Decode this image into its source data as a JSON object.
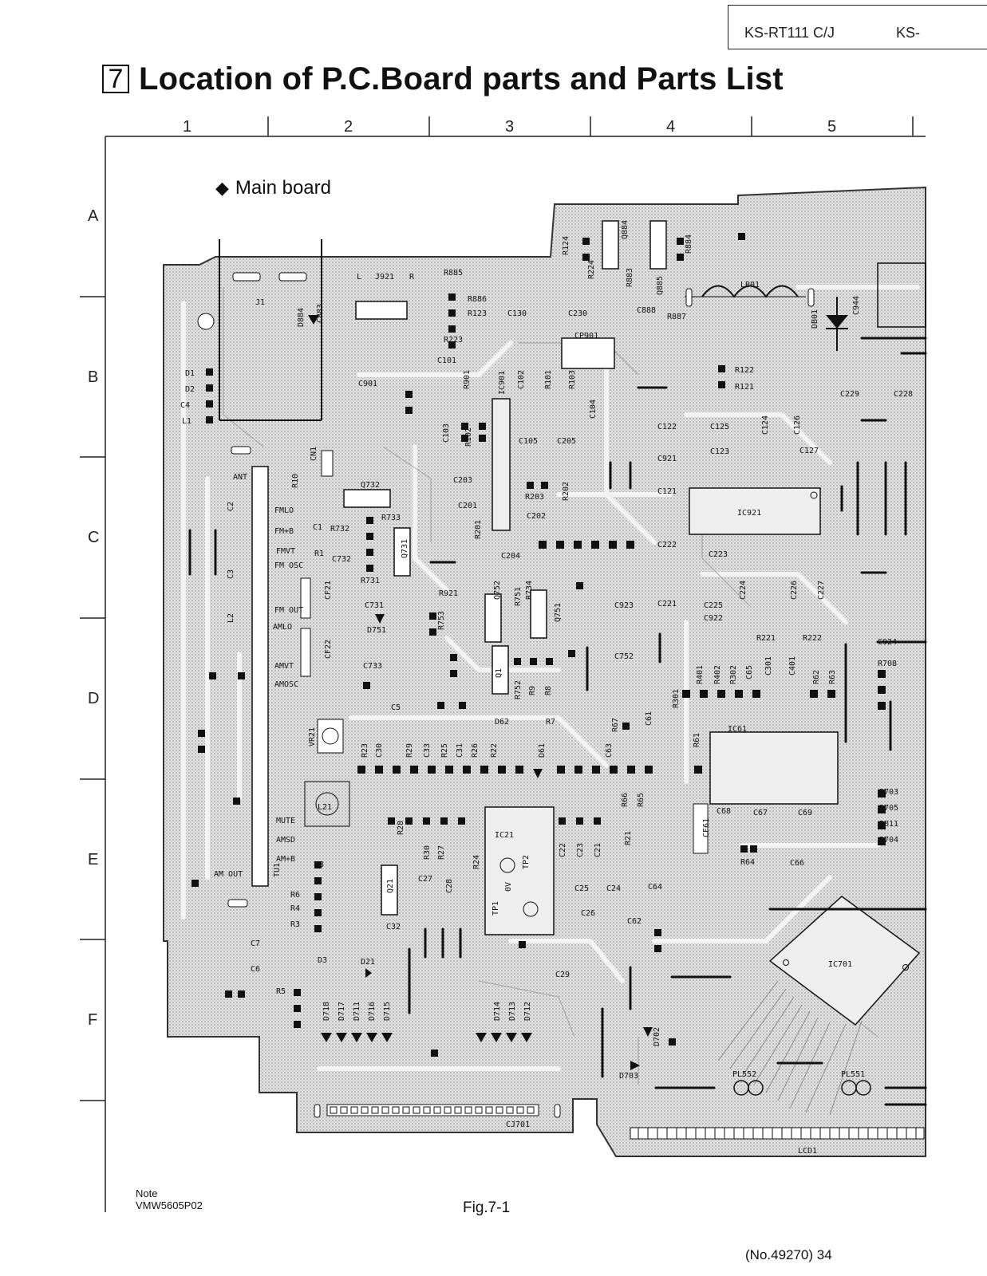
{
  "header": {
    "model_primary": "KS-RT111 C/J",
    "model_secondary": "KS-"
  },
  "section": {
    "number": "7",
    "title": "Location of P.C.Board parts and Parts List"
  },
  "grid": {
    "columns": [
      "1",
      "2",
      "3",
      "4",
      "5"
    ],
    "rows": [
      "A",
      "B",
      "C",
      "D",
      "E",
      "F"
    ]
  },
  "board": {
    "label": "Main board",
    "marker_glyph": "◆"
  },
  "part_refs": [
    {
      "ref": "J1"
    },
    {
      "ref": "J921"
    },
    {
      "ref": "L"
    },
    {
      "ref": "R"
    },
    {
      "ref": "R885"
    },
    {
      "ref": "R886"
    },
    {
      "ref": "R123"
    },
    {
      "ref": "R223"
    },
    {
      "ref": "R124"
    },
    {
      "ref": "R224"
    },
    {
      "ref": "Q884"
    },
    {
      "ref": "R884"
    },
    {
      "ref": "R883"
    },
    {
      "ref": "Q885"
    },
    {
      "ref": "LB01"
    },
    {
      "ref": "C944"
    },
    {
      "ref": "C130"
    },
    {
      "ref": "C230"
    },
    {
      "ref": "C888"
    },
    {
      "ref": "R887"
    },
    {
      "ref": "DB01"
    },
    {
      "ref": "D884"
    },
    {
      "ref": "C883"
    },
    {
      "ref": "CP901"
    },
    {
      "ref": "D1"
    },
    {
      "ref": "D2"
    },
    {
      "ref": "C4"
    },
    {
      "ref": "L1"
    },
    {
      "ref": "C901"
    },
    {
      "ref": "C101"
    },
    {
      "ref": "R901"
    },
    {
      "ref": "IC901"
    },
    {
      "ref": "C102"
    },
    {
      "ref": "R101"
    },
    {
      "ref": "R103"
    },
    {
      "ref": "C104"
    },
    {
      "ref": "R122"
    },
    {
      "ref": "R121"
    },
    {
      "ref": "C229"
    },
    {
      "ref": "C228"
    },
    {
      "ref": "C103"
    },
    {
      "ref": "R102"
    },
    {
      "ref": "C105"
    },
    {
      "ref": "C205"
    },
    {
      "ref": "C122"
    },
    {
      "ref": "C125"
    },
    {
      "ref": "C124"
    },
    {
      "ref": "C126"
    },
    {
      "ref": "C921"
    },
    {
      "ref": "C123"
    },
    {
      "ref": "C127"
    },
    {
      "ref": "CN1"
    },
    {
      "ref": "ANT"
    },
    {
      "ref": "R10"
    },
    {
      "ref": "Q732"
    },
    {
      "ref": "C203"
    },
    {
      "ref": "C201"
    },
    {
      "ref": "R203"
    },
    {
      "ref": "R202"
    },
    {
      "ref": "C121"
    },
    {
      "ref": "IC921"
    },
    {
      "ref": "C2"
    },
    {
      "ref": "FMLO"
    },
    {
      "ref": "FM+B"
    },
    {
      "ref": "C1"
    },
    {
      "ref": "R732"
    },
    {
      "ref": "R733"
    },
    {
      "ref": "C202"
    },
    {
      "ref": "R201"
    },
    {
      "ref": "Q731"
    },
    {
      "ref": "FMVT"
    },
    {
      "ref": "R1"
    },
    {
      "ref": "C732"
    },
    {
      "ref": "C204"
    },
    {
      "ref": "C222"
    },
    {
      "ref": "C223"
    },
    {
      "ref": "FM OSC"
    },
    {
      "ref": "C3"
    },
    {
      "ref": "R731"
    },
    {
      "ref": "Q752"
    },
    {
      "ref": "R751"
    },
    {
      "ref": "R734"
    },
    {
      "ref": "C224"
    },
    {
      "ref": "C226"
    },
    {
      "ref": "C227"
    },
    {
      "ref": "CF21"
    },
    {
      "ref": "R921"
    },
    {
      "ref": "C731"
    },
    {
      "ref": "C923"
    },
    {
      "ref": "C221"
    },
    {
      "ref": "C225"
    },
    {
      "ref": "C922"
    },
    {
      "ref": "L2"
    },
    {
      "ref": "FM OUT"
    },
    {
      "ref": "AMLO"
    },
    {
      "ref": "D751"
    },
    {
      "ref": "R753"
    },
    {
      "ref": "Q751"
    },
    {
      "ref": "R221"
    },
    {
      "ref": "R222"
    },
    {
      "ref": "C924"
    },
    {
      "ref": "CF22"
    },
    {
      "ref": "C733"
    },
    {
      "ref": "C752"
    },
    {
      "ref": "R708"
    },
    {
      "ref": "AMVT"
    },
    {
      "ref": "AMOSC"
    },
    {
      "ref": "Q1"
    },
    {
      "ref": "R752"
    },
    {
      "ref": "R9"
    },
    {
      "ref": "R8"
    },
    {
      "ref": "R401"
    },
    {
      "ref": "R402"
    },
    {
      "ref": "R302"
    },
    {
      "ref": "C65"
    },
    {
      "ref": "C301"
    },
    {
      "ref": "C401"
    },
    {
      "ref": "R62"
    },
    {
      "ref": "R63"
    },
    {
      "ref": "R301"
    },
    {
      "ref": "C5"
    },
    {
      "ref": "D62"
    },
    {
      "ref": "R7"
    },
    {
      "ref": "R67"
    },
    {
      "ref": "C61"
    },
    {
      "ref": "IC61"
    },
    {
      "ref": "VR21"
    },
    {
      "ref": "R23"
    },
    {
      "ref": "C30"
    },
    {
      "ref": "R29"
    },
    {
      "ref": "C33"
    },
    {
      "ref": "R25"
    },
    {
      "ref": "C31"
    },
    {
      "ref": "R26"
    },
    {
      "ref": "R22"
    },
    {
      "ref": "D61"
    },
    {
      "ref": "C63"
    },
    {
      "ref": "R61"
    },
    {
      "ref": "L21"
    },
    {
      "ref": "R66"
    },
    {
      "ref": "R65"
    },
    {
      "ref": "R703"
    },
    {
      "ref": "R705"
    },
    {
      "ref": "MUTE"
    },
    {
      "ref": "R28"
    },
    {
      "ref": "IC21"
    },
    {
      "ref": "CF61"
    },
    {
      "ref": "C68"
    },
    {
      "ref": "C67"
    },
    {
      "ref": "C69"
    },
    {
      "ref": "R811"
    },
    {
      "ref": "AMSD"
    },
    {
      "ref": "R30"
    },
    {
      "ref": "R27"
    },
    {
      "ref": "C22"
    },
    {
      "ref": "C23"
    },
    {
      "ref": "C21"
    },
    {
      "ref": "R21"
    },
    {
      "ref": "R704"
    },
    {
      "ref": "AM+B"
    },
    {
      "ref": "R24"
    },
    {
      "ref": "R64"
    },
    {
      "ref": "C66"
    },
    {
      "ref": "C8"
    },
    {
      "ref": "TP2"
    },
    {
      "ref": "AM OUT"
    },
    {
      "ref": "TU1"
    },
    {
      "ref": "Q21"
    },
    {
      "ref": "C27"
    },
    {
      "ref": "C28"
    },
    {
      "ref": "0V"
    },
    {
      "ref": "C25"
    },
    {
      "ref": "C24"
    },
    {
      "ref": "C64"
    },
    {
      "ref": "R6"
    },
    {
      "ref": "R4"
    },
    {
      "ref": "TP1"
    },
    {
      "ref": "C26"
    },
    {
      "ref": "R3"
    },
    {
      "ref": "C62"
    },
    {
      "ref": "C32"
    },
    {
      "ref": "C7"
    },
    {
      "ref": "D3"
    },
    {
      "ref": "IC701"
    },
    {
      "ref": "C6"
    },
    {
      "ref": "D21"
    },
    {
      "ref": "C29"
    },
    {
      "ref": "R5"
    },
    {
      "ref": "D718"
    },
    {
      "ref": "D717"
    },
    {
      "ref": "D711"
    },
    {
      "ref": "D716"
    },
    {
      "ref": "D715"
    },
    {
      "ref": "D714"
    },
    {
      "ref": "D713"
    },
    {
      "ref": "D712"
    },
    {
      "ref": "D702"
    },
    {
      "ref": "D703"
    },
    {
      "ref": "PL552"
    },
    {
      "ref": "PL551"
    },
    {
      "ref": "CJ701"
    },
    {
      "ref": "LCD1"
    }
  ],
  "note": {
    "label": "Note",
    "code": "VMW5605P02"
  },
  "figure_caption": "Fig.7-1",
  "page_number": "(No.49270) 34"
}
